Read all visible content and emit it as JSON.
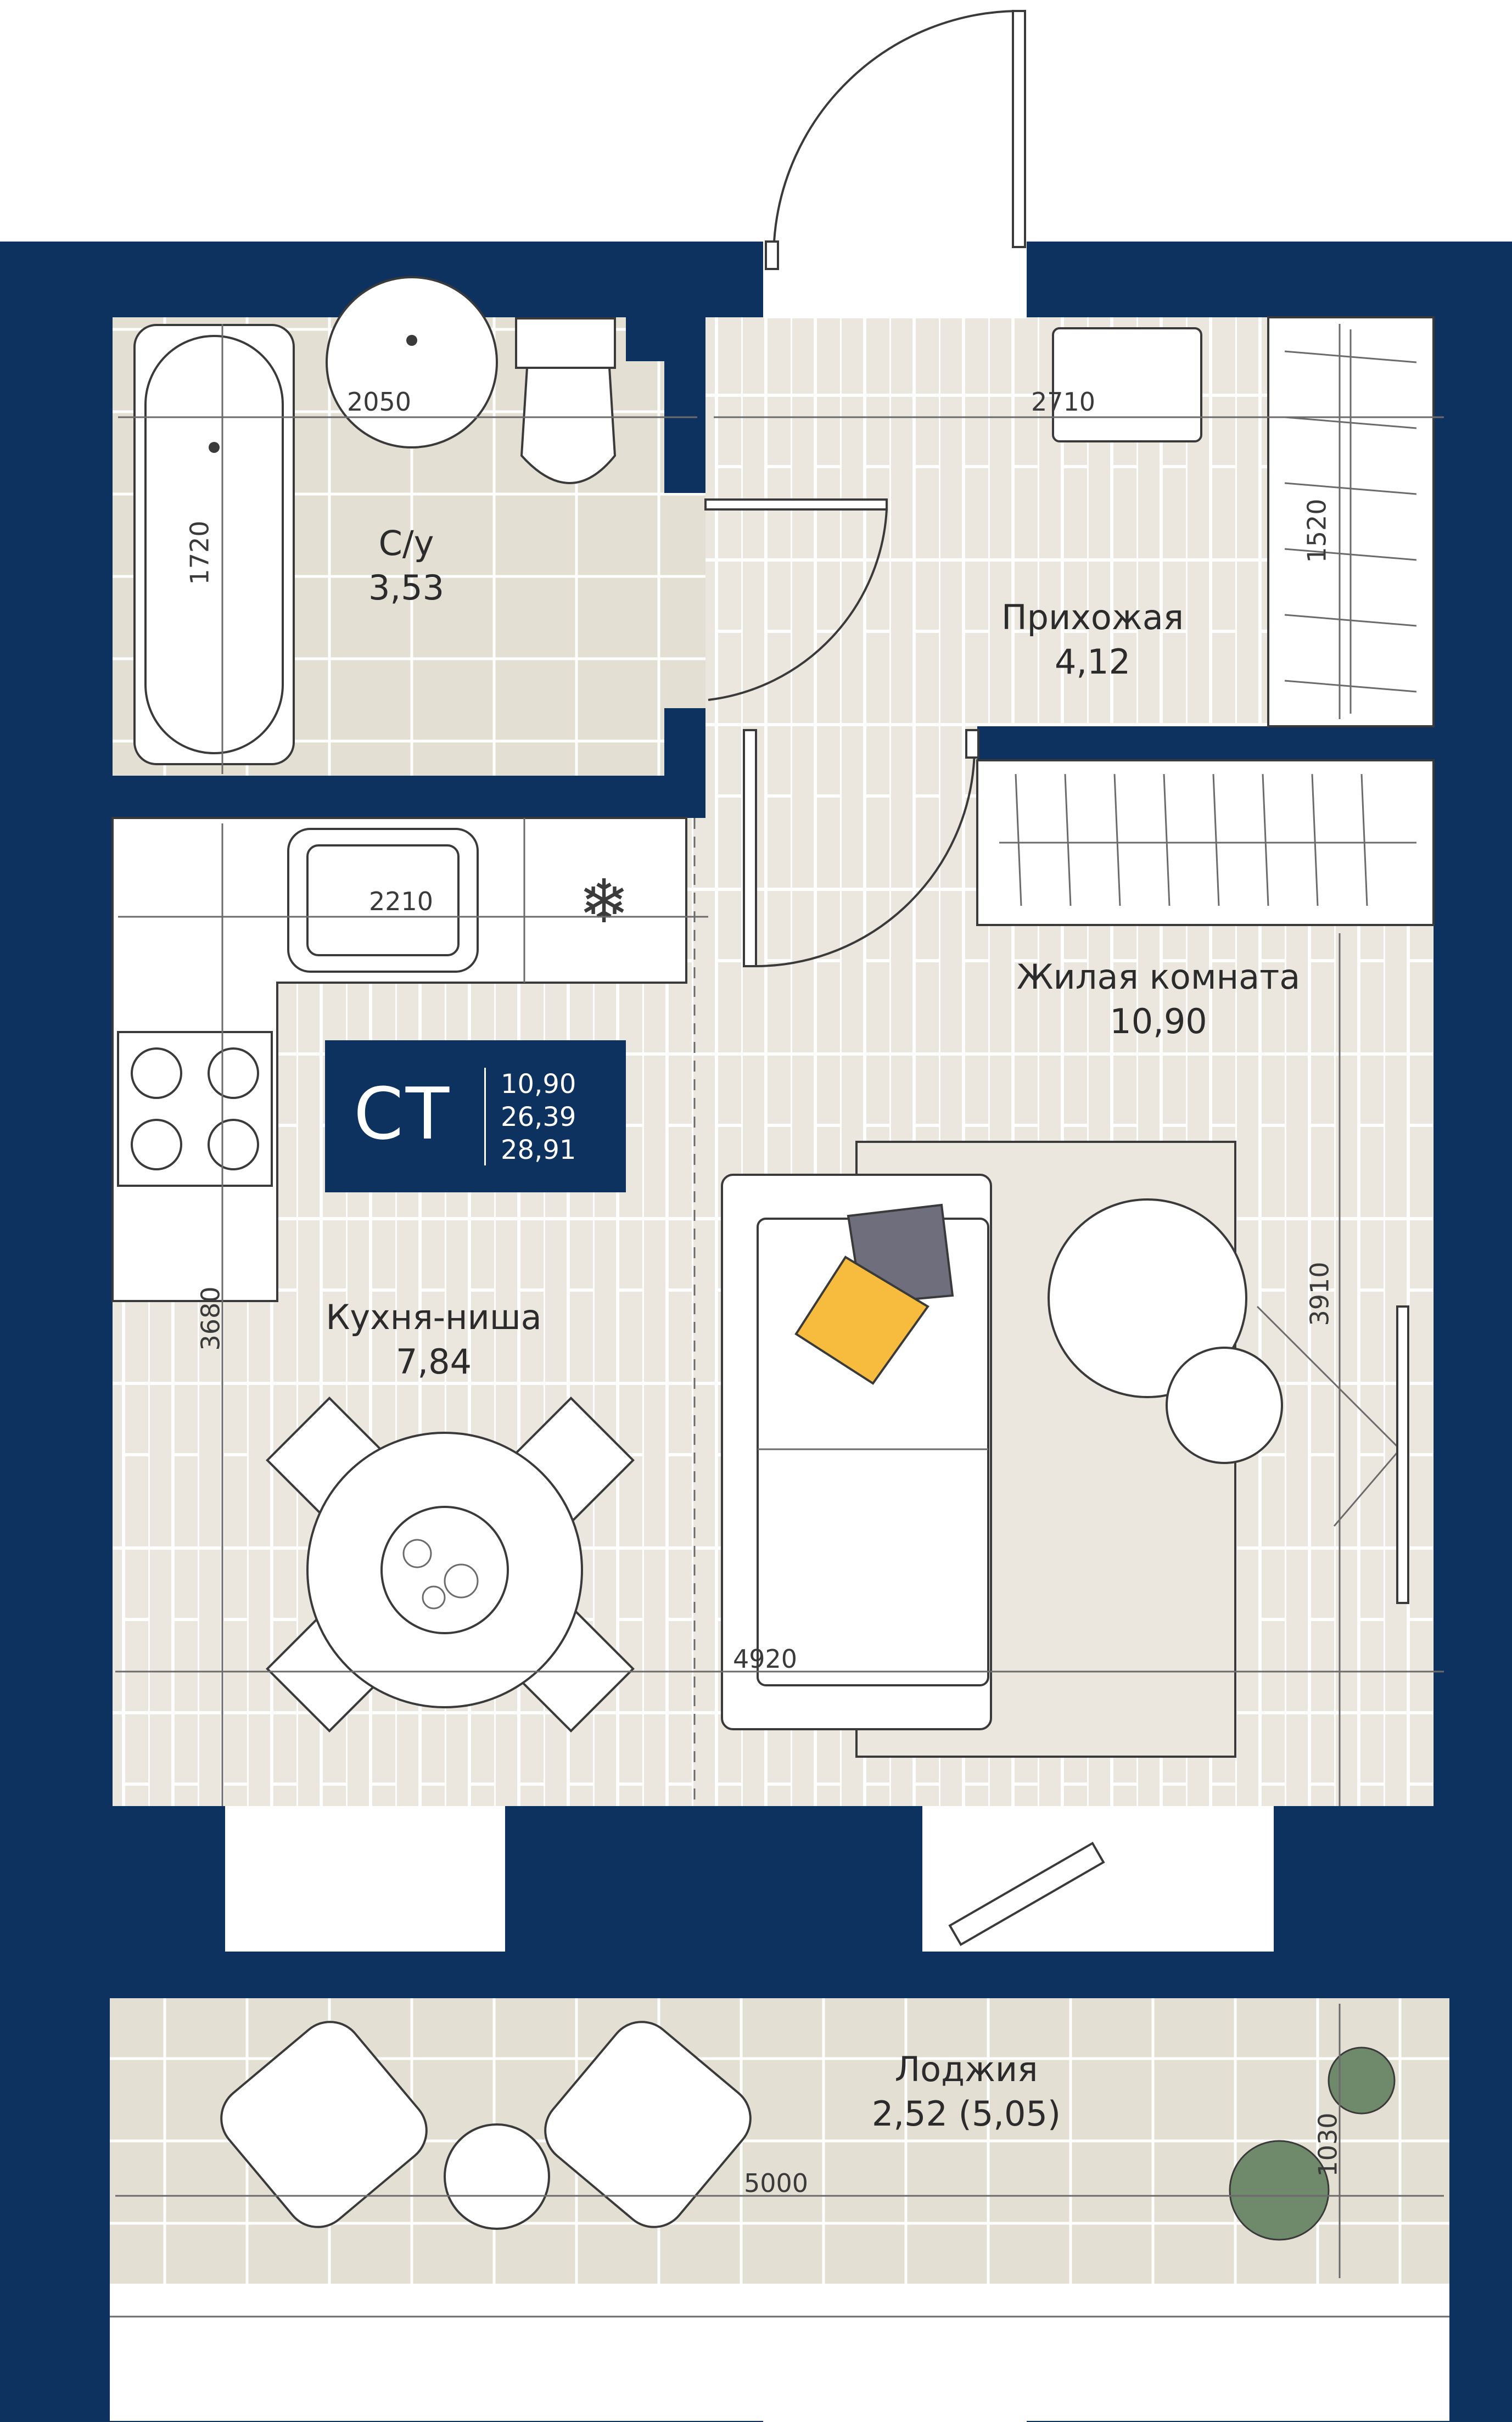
{
  "apartment": {
    "type_code": "СТ",
    "areas": [
      "10,90",
      "26,39",
      "28,91"
    ]
  },
  "rooms": {
    "bathroom": {
      "name": "С/у",
      "area": "3,53"
    },
    "hallway": {
      "name": "Прихожая",
      "area": "4,12"
    },
    "living": {
      "name": "Жилая комната",
      "area": "10,90"
    },
    "kitchen": {
      "name": "Кухня-ниша",
      "area": "7,84"
    },
    "loggia": {
      "name": "Лоджия",
      "area": "2,52 (5,05)"
    }
  },
  "dimensions": {
    "bath_width": "2050",
    "bath_height": "1720",
    "hall_width": "2710",
    "hall_height": "1520",
    "kitchen_top": "2210",
    "kitchen_height": "3680",
    "living_height": "3910",
    "main_width": "4920",
    "loggia_width": "5000",
    "loggia_height": "1030"
  },
  "colors": {
    "wall": "#0d3260",
    "floor": "#ebe7de",
    "tile": "#e4dfd3",
    "accent_yellow": "#f7bb3d",
    "accent_gray": "#6e6e7c",
    "plant": "#6f8a6b"
  }
}
